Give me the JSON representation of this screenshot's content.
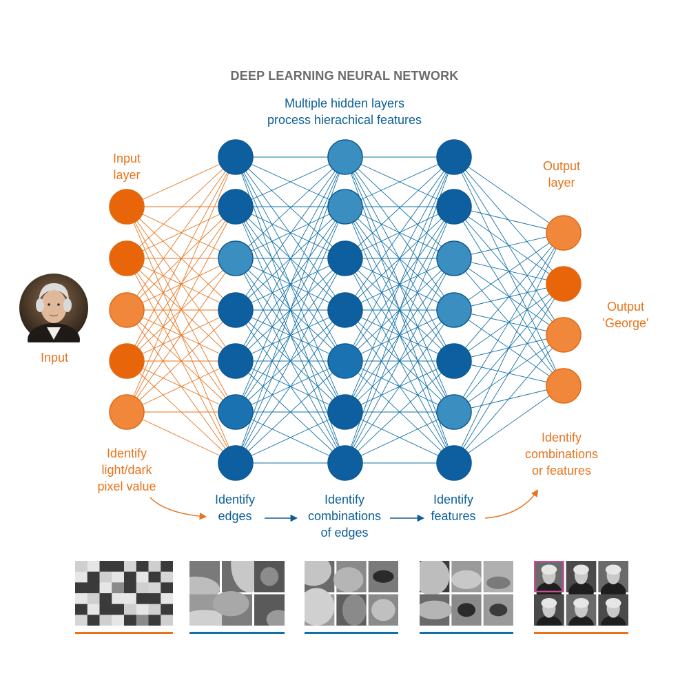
{
  "title": "DEEP LEARNING NEURAL NETWORK",
  "hidden_caption": "Multiple hidden layers\nprocess hierachical features",
  "input_layer_label": "Input\nlayer",
  "output_layer_label": "Output\nlayer",
  "input_label": "Input",
  "output_label": "Output\n'George'",
  "stage_captions": {
    "pixels": "Identify\nlight/dark\npixel value",
    "edges": "Identify\nedges",
    "edge_combos": "Identify\ncombinations\nof edges",
    "features": "Identify\nfeatures",
    "feature_combos": "Identify\ncombinations\nor features"
  },
  "colors": {
    "orange_dark": "#e8650a",
    "orange_light": "#f0873a",
    "blue_dark": "#0d5fa0",
    "blue_mid": "#1a72b0",
    "blue_light": "#3a8fc0",
    "orange_text": "#e8731c",
    "blue_text": "#0b5e96",
    "orange_line": "#e8731c",
    "blue_line": "#1170a8"
  },
  "layers": [
    {
      "name": "input",
      "shades": [
        "orange_dark",
        "orange_dark",
        "orange_light",
        "orange_dark",
        "orange_light"
      ]
    },
    {
      "name": "hidden-1",
      "shades": [
        "blue_dark",
        "blue_dark",
        "blue_light",
        "blue_dark",
        "blue_dark",
        "blue_mid",
        "blue_dark"
      ]
    },
    {
      "name": "hidden-2",
      "shades": [
        "blue_light",
        "blue_light",
        "blue_dark",
        "blue_dark",
        "blue_mid",
        "blue_dark",
        "blue_dark"
      ]
    },
    {
      "name": "hidden-3",
      "shades": [
        "blue_dark",
        "blue_dark",
        "blue_light",
        "blue_light",
        "blue_dark",
        "blue_light",
        "blue_dark"
      ]
    },
    {
      "name": "output",
      "shades": [
        "orange_light",
        "orange_dark",
        "orange_light",
        "orange_light"
      ]
    }
  ],
  "thumbnails": [
    {
      "name": "pixel-grid-thumbnail",
      "underline": "orange_line"
    },
    {
      "name": "edges-thumbnail",
      "underline": "blue_line"
    },
    {
      "name": "edge-combinations-thumbnail",
      "underline": "blue_line"
    },
    {
      "name": "features-thumbnail",
      "underline": "blue_line"
    },
    {
      "name": "faces-thumbnail",
      "underline": "orange_line"
    }
  ]
}
